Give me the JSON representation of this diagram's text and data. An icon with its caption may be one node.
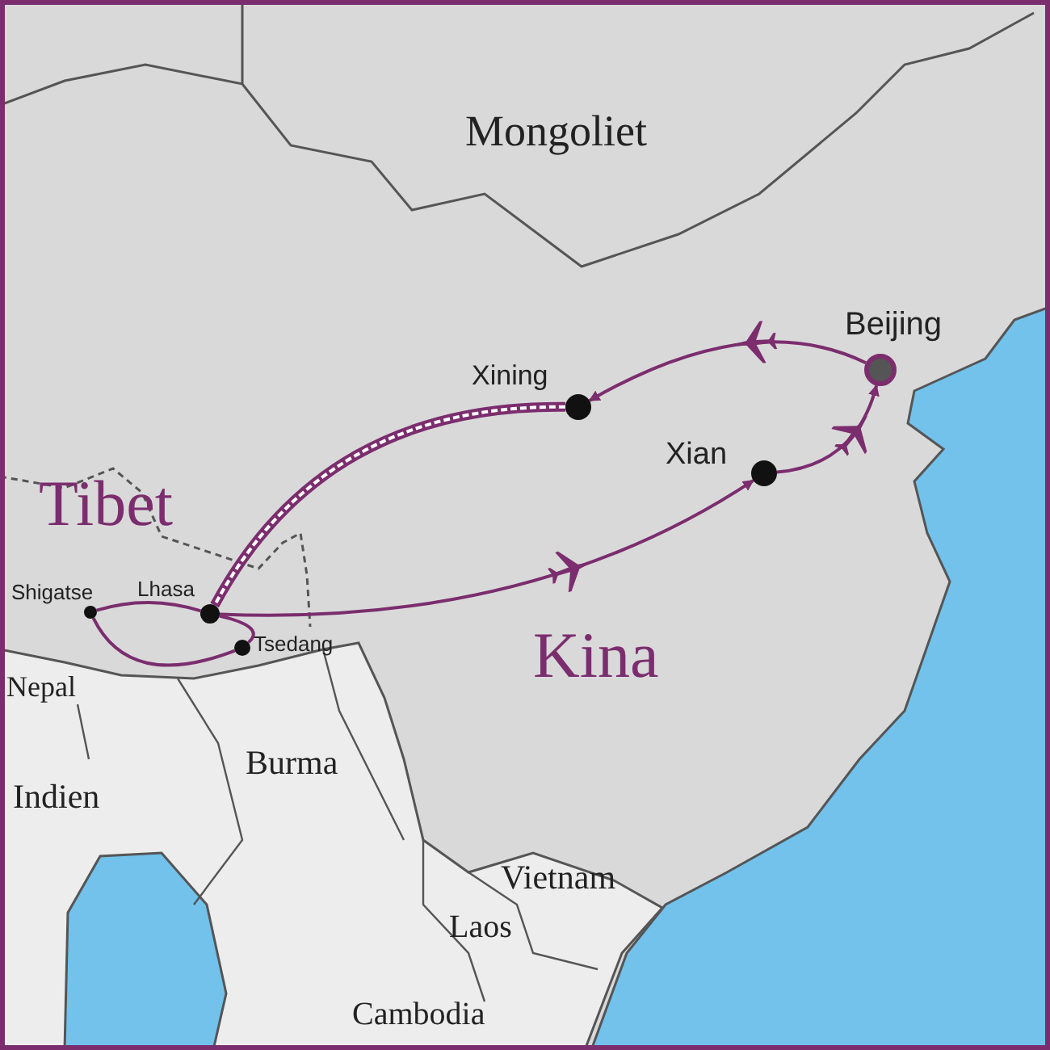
{
  "diagram": {
    "nodes": [
      {
        "text": [
          "Shigatse"
        ]
      },
      {
        "text": [
          "Lhasa"
        ]
      },
      {
        "text": [
          "Tsedang"
        ]
      },
      {
        "text": [
          "Xining"
        ]
      },
      {
        "text": [
          "Xian"
        ]
      },
      {
        "text": [
          "Beijing"
        ]
      }
    ],
    "edges": [
      {
        "from": 1,
        "to": 4,
        "arrow": "to"
      },
      {
        "from": 4,
        "to": 5,
        "arrow": "to"
      },
      {
        "from": 5,
        "to": 3,
        "arrow": "to"
      },
      {
        "from": 3,
        "to": 1,
        "arrow": "none",
        "style": "thick"
      },
      {
        "from": 1,
        "to": 0,
        "arrow": "none"
      },
      {
        "from": 0,
        "to": 2,
        "arrow": "none"
      },
      {
        "from": 2,
        "to": 1,
        "arrow": "none"
      }
    ],
    "labels": [
      "Mongoliet",
      "Tibet",
      "Kina",
      "Nepal",
      "Indien",
      "Burma",
      "Vietnam",
      "Laos",
      "Cambodia"
    ]
  }
}
